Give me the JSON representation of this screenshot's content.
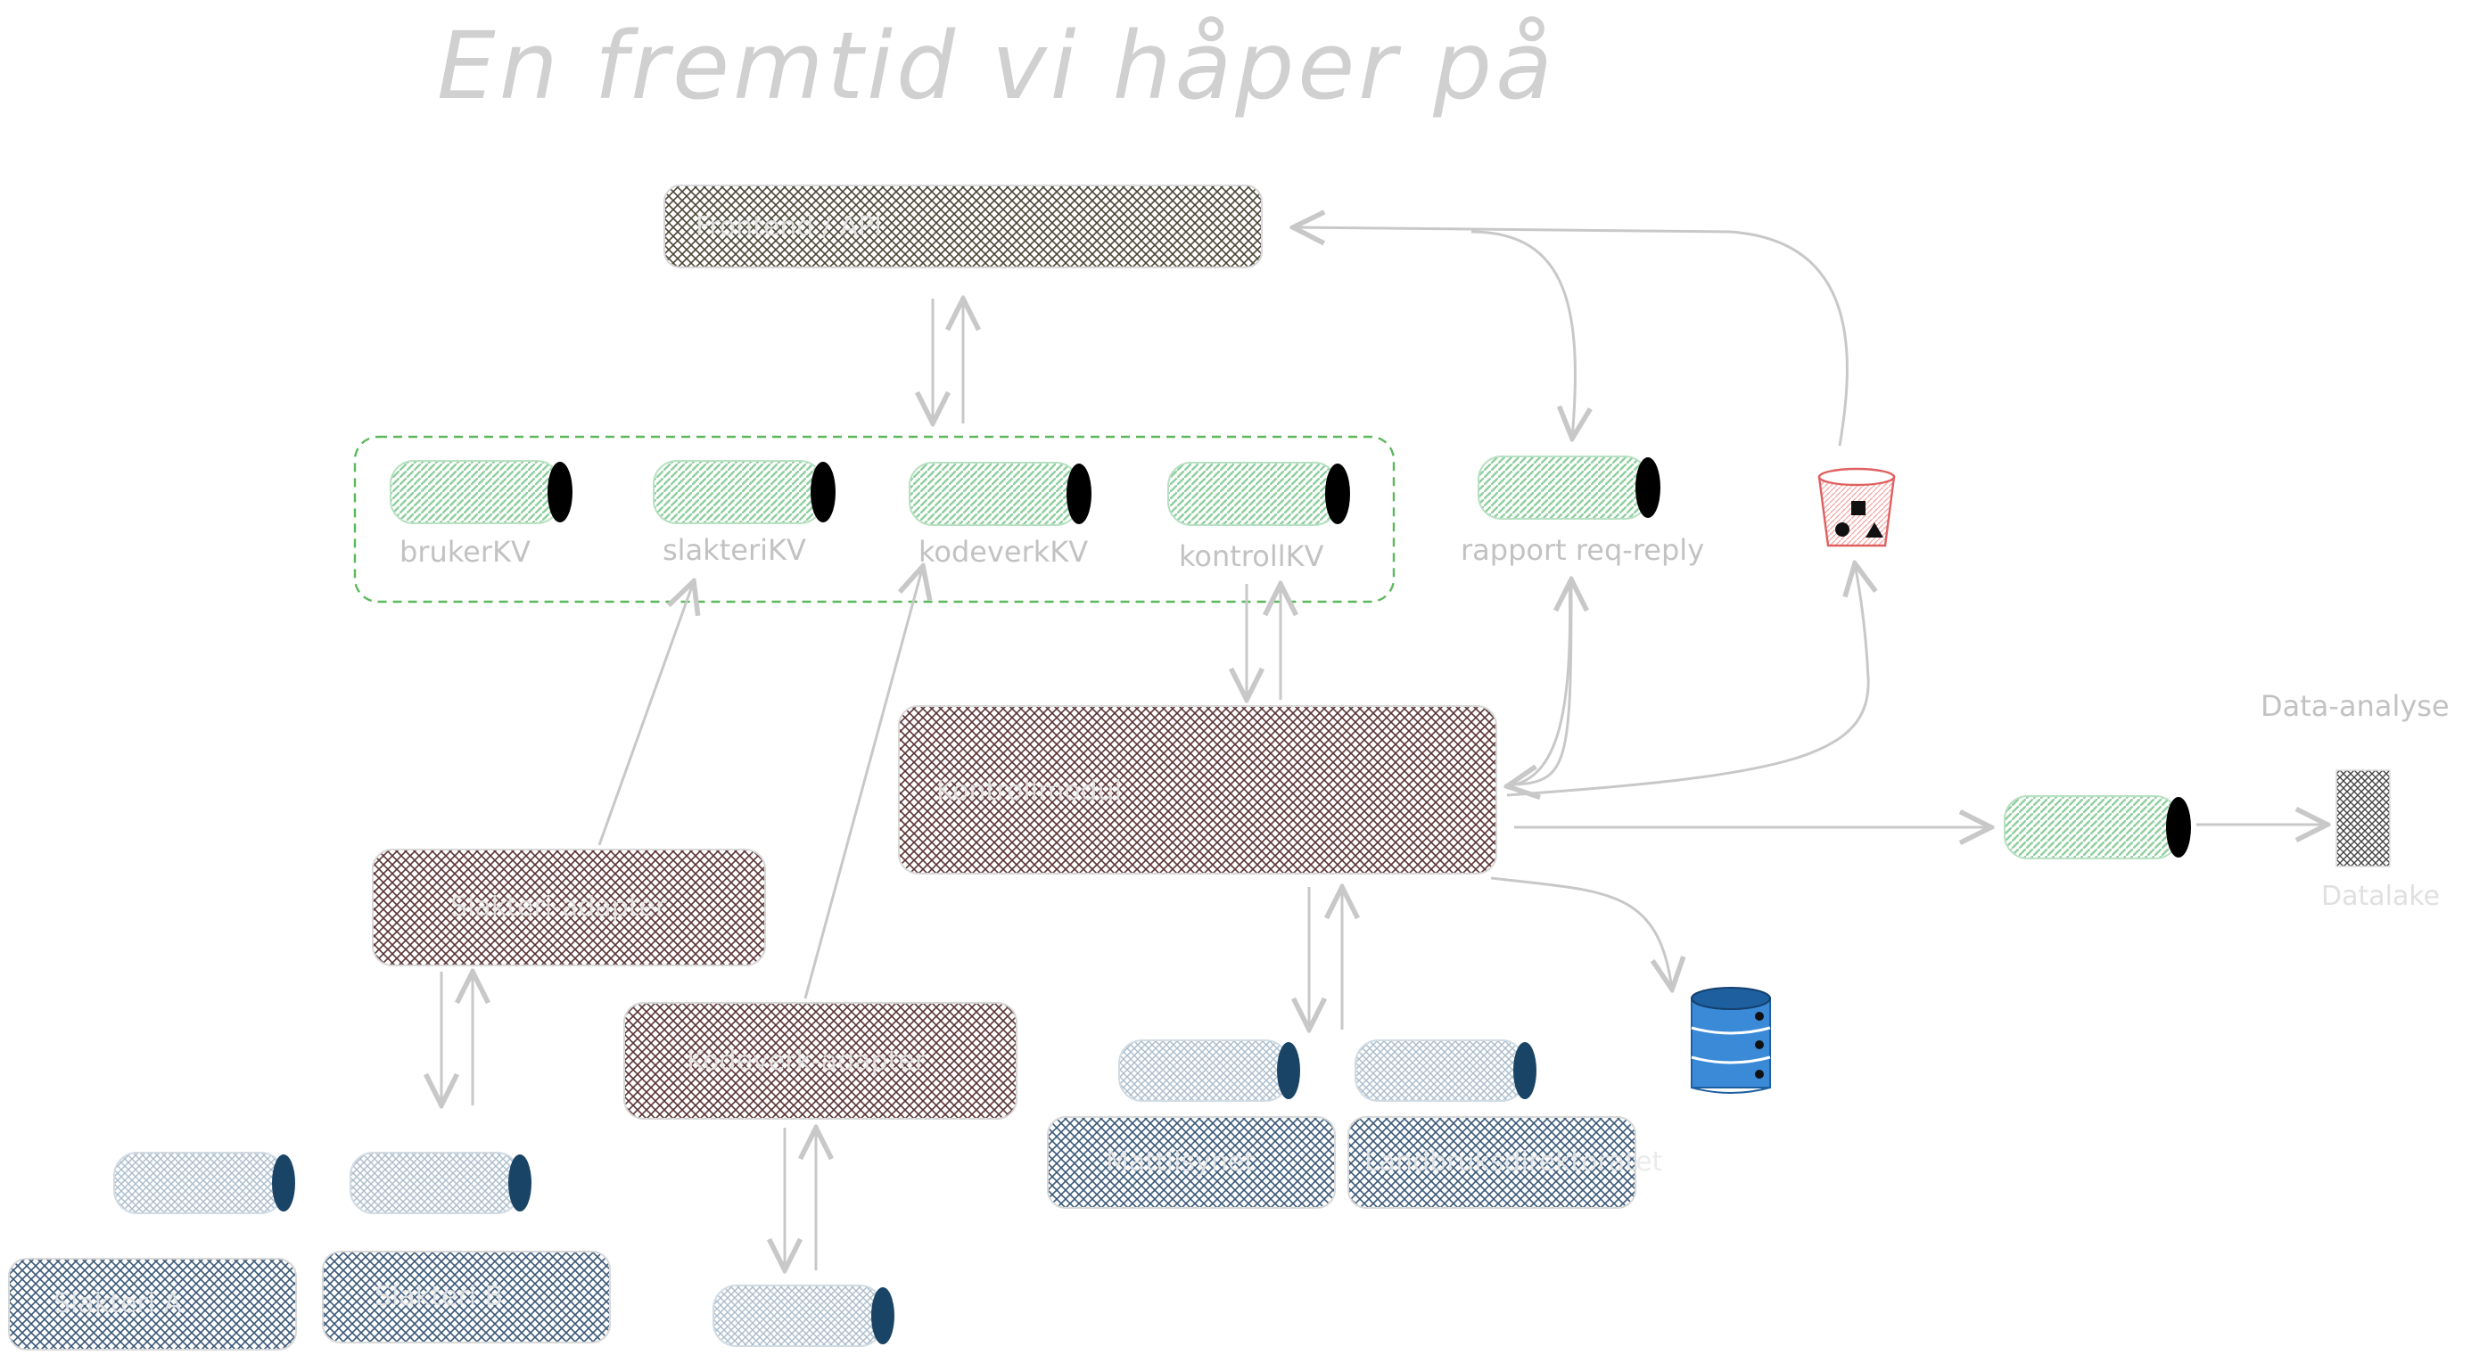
{
  "title": "En fremtid vi håper på",
  "boxes": {
    "top": "Frontend / API",
    "core": "Kontrollmodul",
    "left_mid": "Slakteri-adapter",
    "center_mid": "Kodeverk-adapter",
    "bottom_left_1": "Slakteri A",
    "bottom_left_2": "Slakteri B",
    "bottom_center_1": "Mattilsynet",
    "bottom_center_2": "Landbruksdirektoratet"
  },
  "queues": {
    "bruker": "brukerKV",
    "slakteri": "slakteriKV",
    "kodeverk": "kodeverkKV",
    "kontroll": "kontrollKV",
    "rapport": "rapport req-reply"
  },
  "analytics": {
    "heading": "Data-analyse",
    "store": "Datalake"
  },
  "colors": {
    "green_queue": "#8fcf9f",
    "blue_queue": "#a9bccb",
    "queue_cap": "#000000",
    "queue_cap_blue": "#1a4466",
    "box_dark": "#4a2a2a",
    "box_top": "#3a3a2a",
    "box_blue": "#2e4a66",
    "group_border": "#5cb85c",
    "database": "#3a8ad8",
    "trash": "#e06060"
  },
  "icons": {
    "trash": "trash-bin-icon",
    "database": "database-icon"
  }
}
